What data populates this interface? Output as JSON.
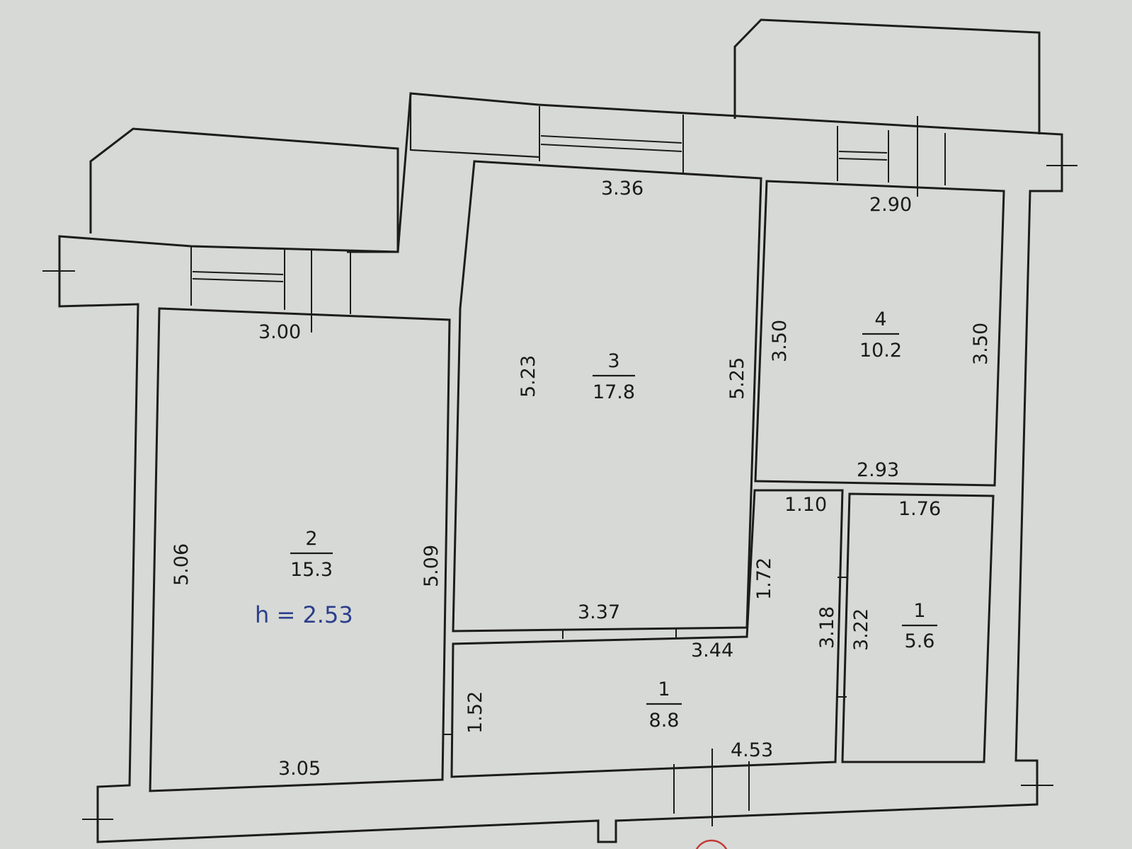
{
  "plan": {
    "ceiling_height": "h = 2.53",
    "rooms": [
      {
        "id": "room-2",
        "number": "2",
        "area": "15.3"
      },
      {
        "id": "room-3",
        "number": "3",
        "area": "17.8"
      },
      {
        "id": "room-4",
        "number": "4",
        "area": "10.2"
      },
      {
        "id": "room-1-hall",
        "number": "1",
        "area": "8.8"
      },
      {
        "id": "room-1-bath",
        "number": "1",
        "area": "5.6"
      }
    ],
    "dimensions": {
      "room2_top": "3.00",
      "room2_left": "5.06",
      "room2_right": "5.09",
      "room2_bottom": "3.05",
      "room3_top": "3.36",
      "room3_left": "5.23",
      "room3_right": "5.25",
      "room3_bottom": "3.37",
      "room4_top": "2.90",
      "room4_left": "3.50",
      "room4_right": "3.50",
      "room4_bottom": "2.93",
      "hall_corridor_width": "1.10",
      "hall_corridor_height": "1.72",
      "hall_top": "3.44",
      "hall_left": "1.52",
      "hall_bottom": "4.53",
      "hall_right": "3.18",
      "bath_top": "1.76",
      "bath_left": "3.22"
    }
  }
}
